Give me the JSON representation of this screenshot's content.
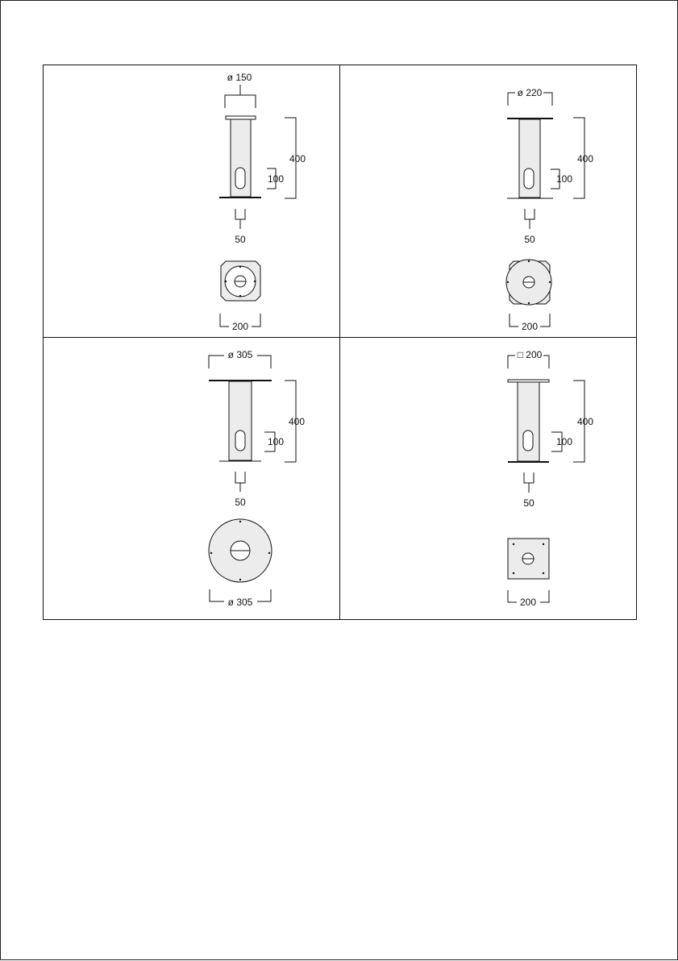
{
  "panels": [
    {
      "id": "panel-1",
      "top_dim": "ø 150",
      "height_dim": "400",
      "slot_dim": "100",
      "tube_dim": "50",
      "base_dim": "200",
      "base_shape": "square-chamfered-with-circle"
    },
    {
      "id": "panel-2",
      "top_dim": "ø 220",
      "height_dim": "400",
      "slot_dim": "100",
      "tube_dim": "50",
      "base_dim": "200",
      "base_shape": "circle-over-square"
    },
    {
      "id": "panel-3",
      "top_dim": "ø 305",
      "height_dim": "400",
      "slot_dim": "100",
      "tube_dim": "50",
      "base_dim": "ø 305",
      "base_shape": "circle"
    },
    {
      "id": "panel-4",
      "top_dim": "□ 200",
      "height_dim": "400",
      "slot_dim": "100",
      "tube_dim": "50",
      "base_dim": "200",
      "base_shape": "square"
    }
  ],
  "colors": {
    "line": "#111111",
    "fill": "#ececec"
  }
}
